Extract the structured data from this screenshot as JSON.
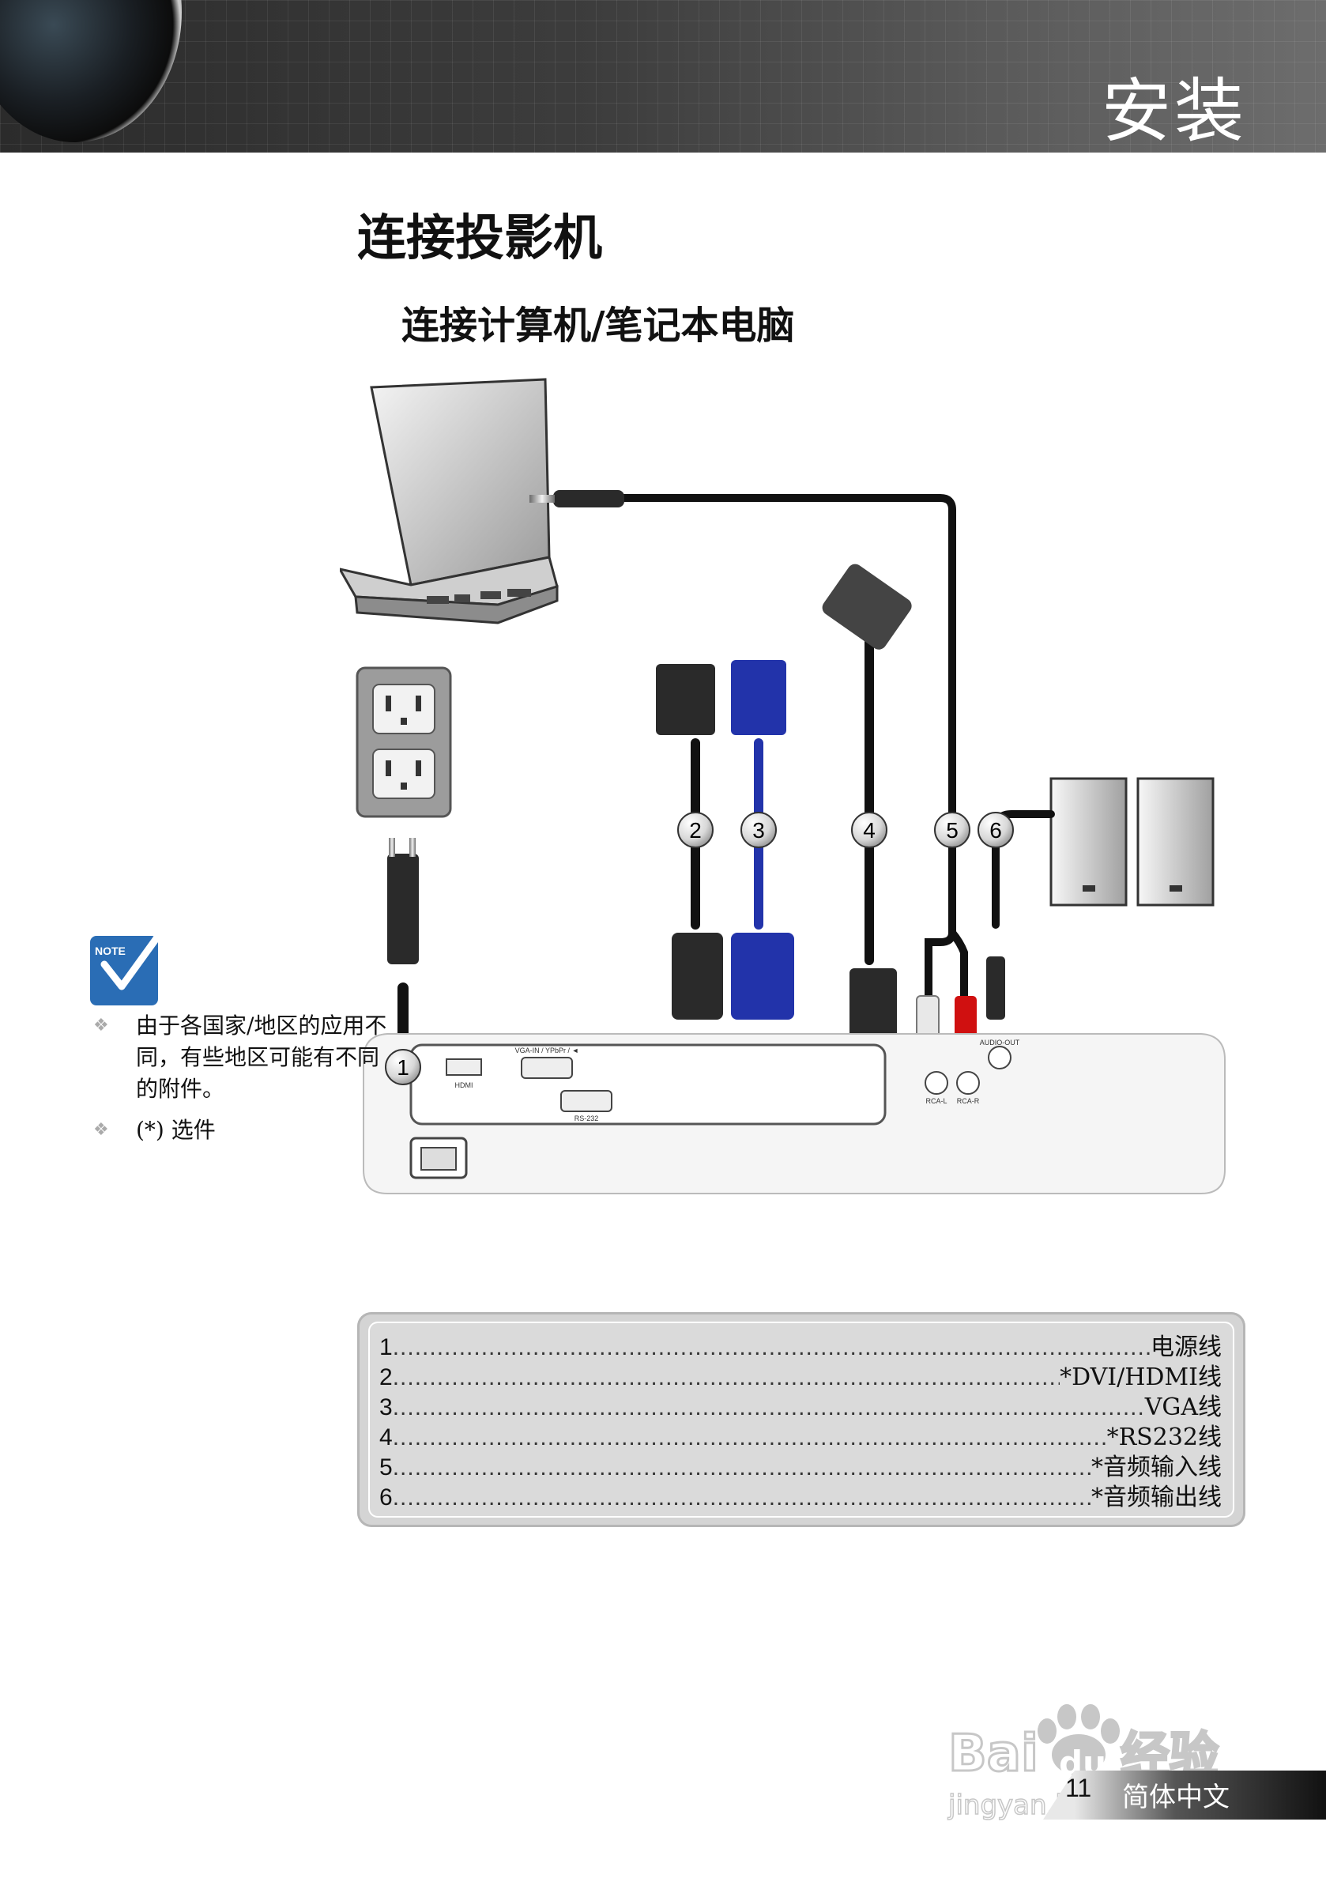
{
  "header": {
    "section_title": "安装"
  },
  "page_title": "连接投影机",
  "subtitle": "连接计算机/笔记本电脑",
  "diagram": {
    "callouts": [
      "1",
      "2",
      "3",
      "4",
      "5",
      "6"
    ],
    "port_labels": [
      "HDMI",
      "VGA-IN / YPbPr / ◄",
      "RS-232",
      "RCA-L",
      "RCA-R",
      "AUDIO-OUT"
    ],
    "colors": {
      "vga_blue": "#2233aa",
      "rca_red": "#d01010",
      "rca_white": "#e8e8e8"
    }
  },
  "note": {
    "icon_label": "NOTE",
    "items": [
      {
        "bullet": "❖",
        "text": "由于各国家/地区的应用不同，有些地区可能有不同的附件。"
      },
      {
        "bullet": "❖",
        "text": "(*) 选件"
      }
    ]
  },
  "legend": {
    "rows": [
      {
        "num": "1",
        "label": "电源线"
      },
      {
        "num": "2",
        "label": "*DVI/HDMI线"
      },
      {
        "num": "3",
        "label": "VGA线"
      },
      {
        "num": "4",
        "label": "*RS232线"
      },
      {
        "num": "5",
        "label": "*音频输入线"
      },
      {
        "num": "6",
        "label": "*音频输出线"
      }
    ]
  },
  "footer": {
    "page_number": "11",
    "language": "简体中文"
  },
  "watermark": {
    "brand": "Bai",
    "brand_du": "du",
    "product": "经验",
    "url": "jingyan.baidu.com"
  }
}
